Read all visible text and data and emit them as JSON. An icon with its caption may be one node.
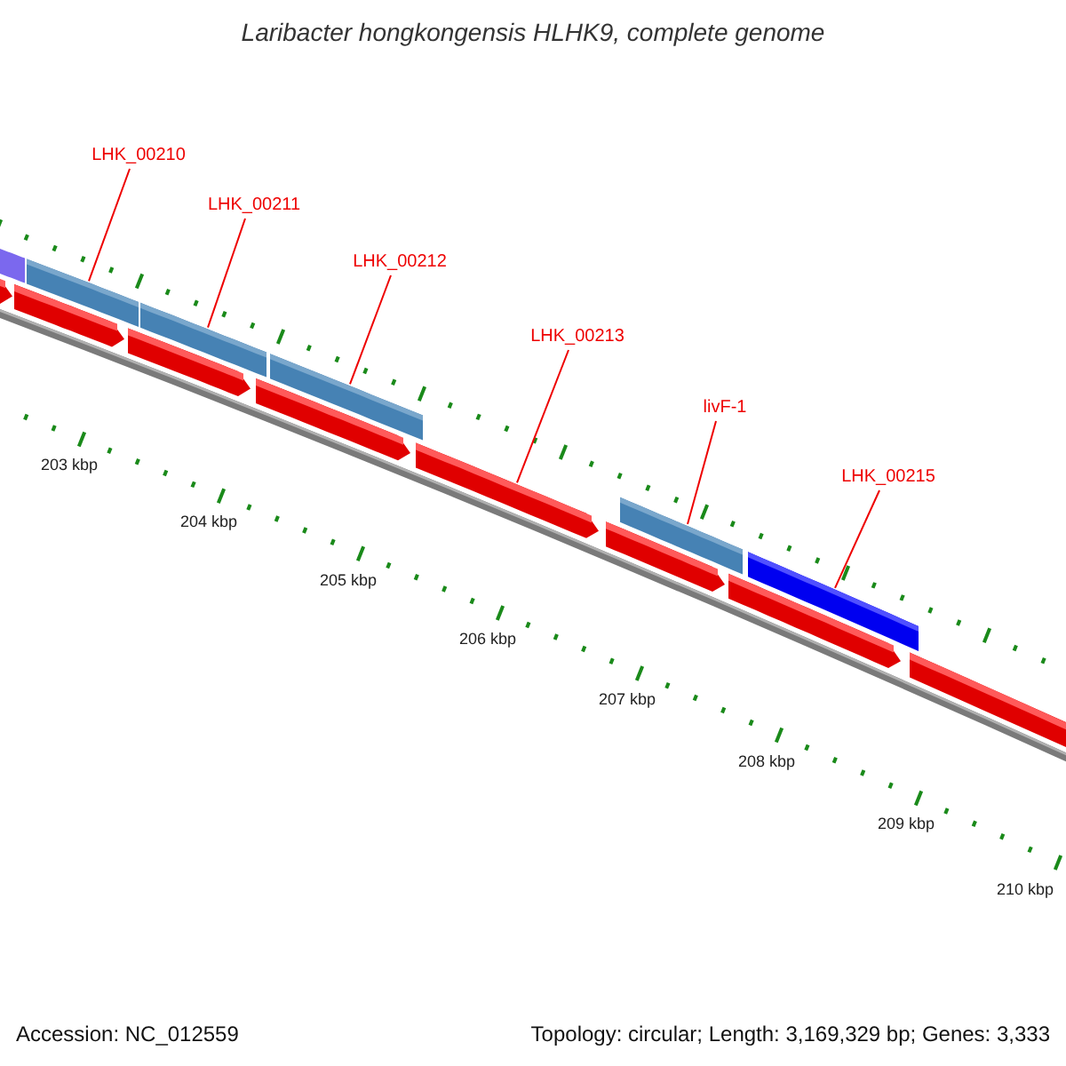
{
  "diagram": {
    "title": "Laribacter hongkongensis HLHK9, complete genome",
    "nodes": [
      {
        "text": [
          "LHK_00210"
        ]
      },
      {
        "text": [
          "LHK_00211"
        ]
      },
      {
        "text": [
          "LHK_00212"
        ]
      },
      {
        "text": [
          "LHK_00213"
        ]
      },
      {
        "text": [
          "livF-1"
        ]
      },
      {
        "text": [
          "LHK_00215"
        ]
      },
      {
        "text": [],
        "shape": "bar"
      },
      {
        "text": [],
        "shape": "bar"
      },
      {
        "text": [],
        "shape": "bar"
      },
      {
        "text": [],
        "shape": "bar"
      },
      {
        "text": [],
        "shape": "bar"
      },
      {
        "text": [],
        "shape": "bar"
      }
    ],
    "edges": [
      {
        "from": 0,
        "to": 6,
        "arrow": "none"
      },
      {
        "from": 1,
        "to": 7,
        "arrow": "none"
      },
      {
        "from": 2,
        "to": 8,
        "arrow": "none"
      },
      {
        "from": 3,
        "to": 9,
        "arrow": "none"
      },
      {
        "from": 4,
        "to": 10,
        "arrow": "none"
      },
      {
        "from": 5,
        "to": 11,
        "arrow": "none"
      }
    ],
    "labels": [
      "203 kbp",
      "204 kbp",
      "205 kbp",
      "206 kbp",
      "207 kbp",
      "208 kbp",
      "209 kbp",
      "210 kbp",
      "Accession: NC_012559",
      "Topology: circular; Length: 3,169,329 bp; Genes: 3,333"
    ]
  }
}
